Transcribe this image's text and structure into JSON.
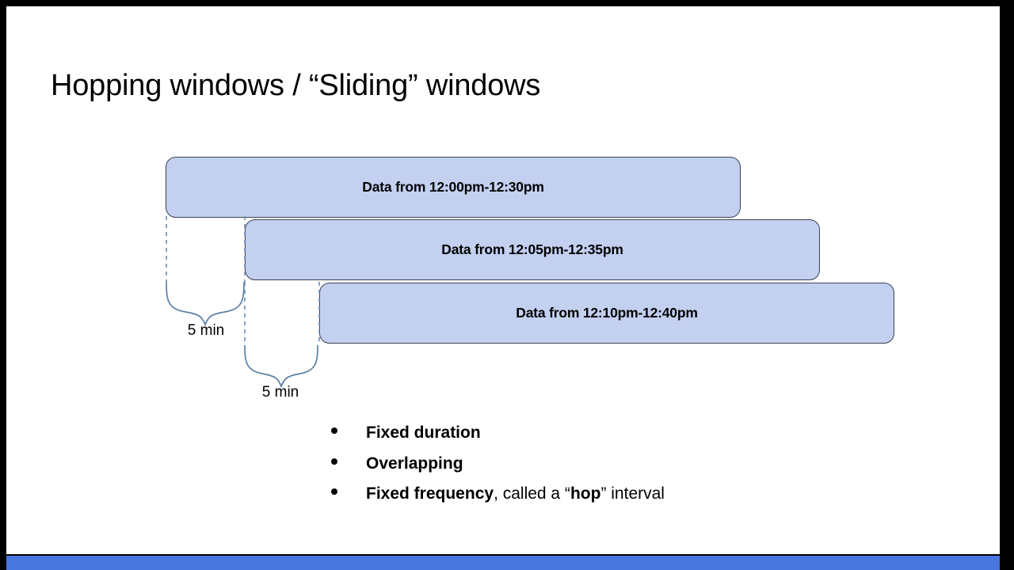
{
  "slide": {
    "title": "Hopping windows / “Sliding” windows",
    "background_color": "#ffffff",
    "frame_color": "#000000"
  },
  "diagram": {
    "box_fill_color": "#c3d0f0",
    "box_border_color": "#3b4252",
    "brace_color": "#5b7fa6",
    "windows": [
      {
        "label": "Data from 12:00pm-12:30pm",
        "start": "12:00pm",
        "end": "12:30pm"
      },
      {
        "label": "Data from 12:05pm-12:35pm",
        "start": "12:05pm",
        "end": "12:35pm"
      },
      {
        "label": "Data from 12:10pm-12:40pm",
        "start": "12:10pm",
        "end": "12:40pm"
      }
    ],
    "hop_annotations": [
      {
        "label": "5 min"
      },
      {
        "label": "5 min"
      }
    ]
  },
  "bullets": [
    {
      "strong": "Fixed duration",
      "normal": ""
    },
    {
      "strong": "Overlapping",
      "normal": ""
    },
    {
      "strong": "Fixed frequency",
      "normal": ", called a “",
      "strong2": "hop",
      "normal2": "” interval"
    }
  ],
  "progress": {
    "color": "#4a76e0",
    "percent": 100
  }
}
